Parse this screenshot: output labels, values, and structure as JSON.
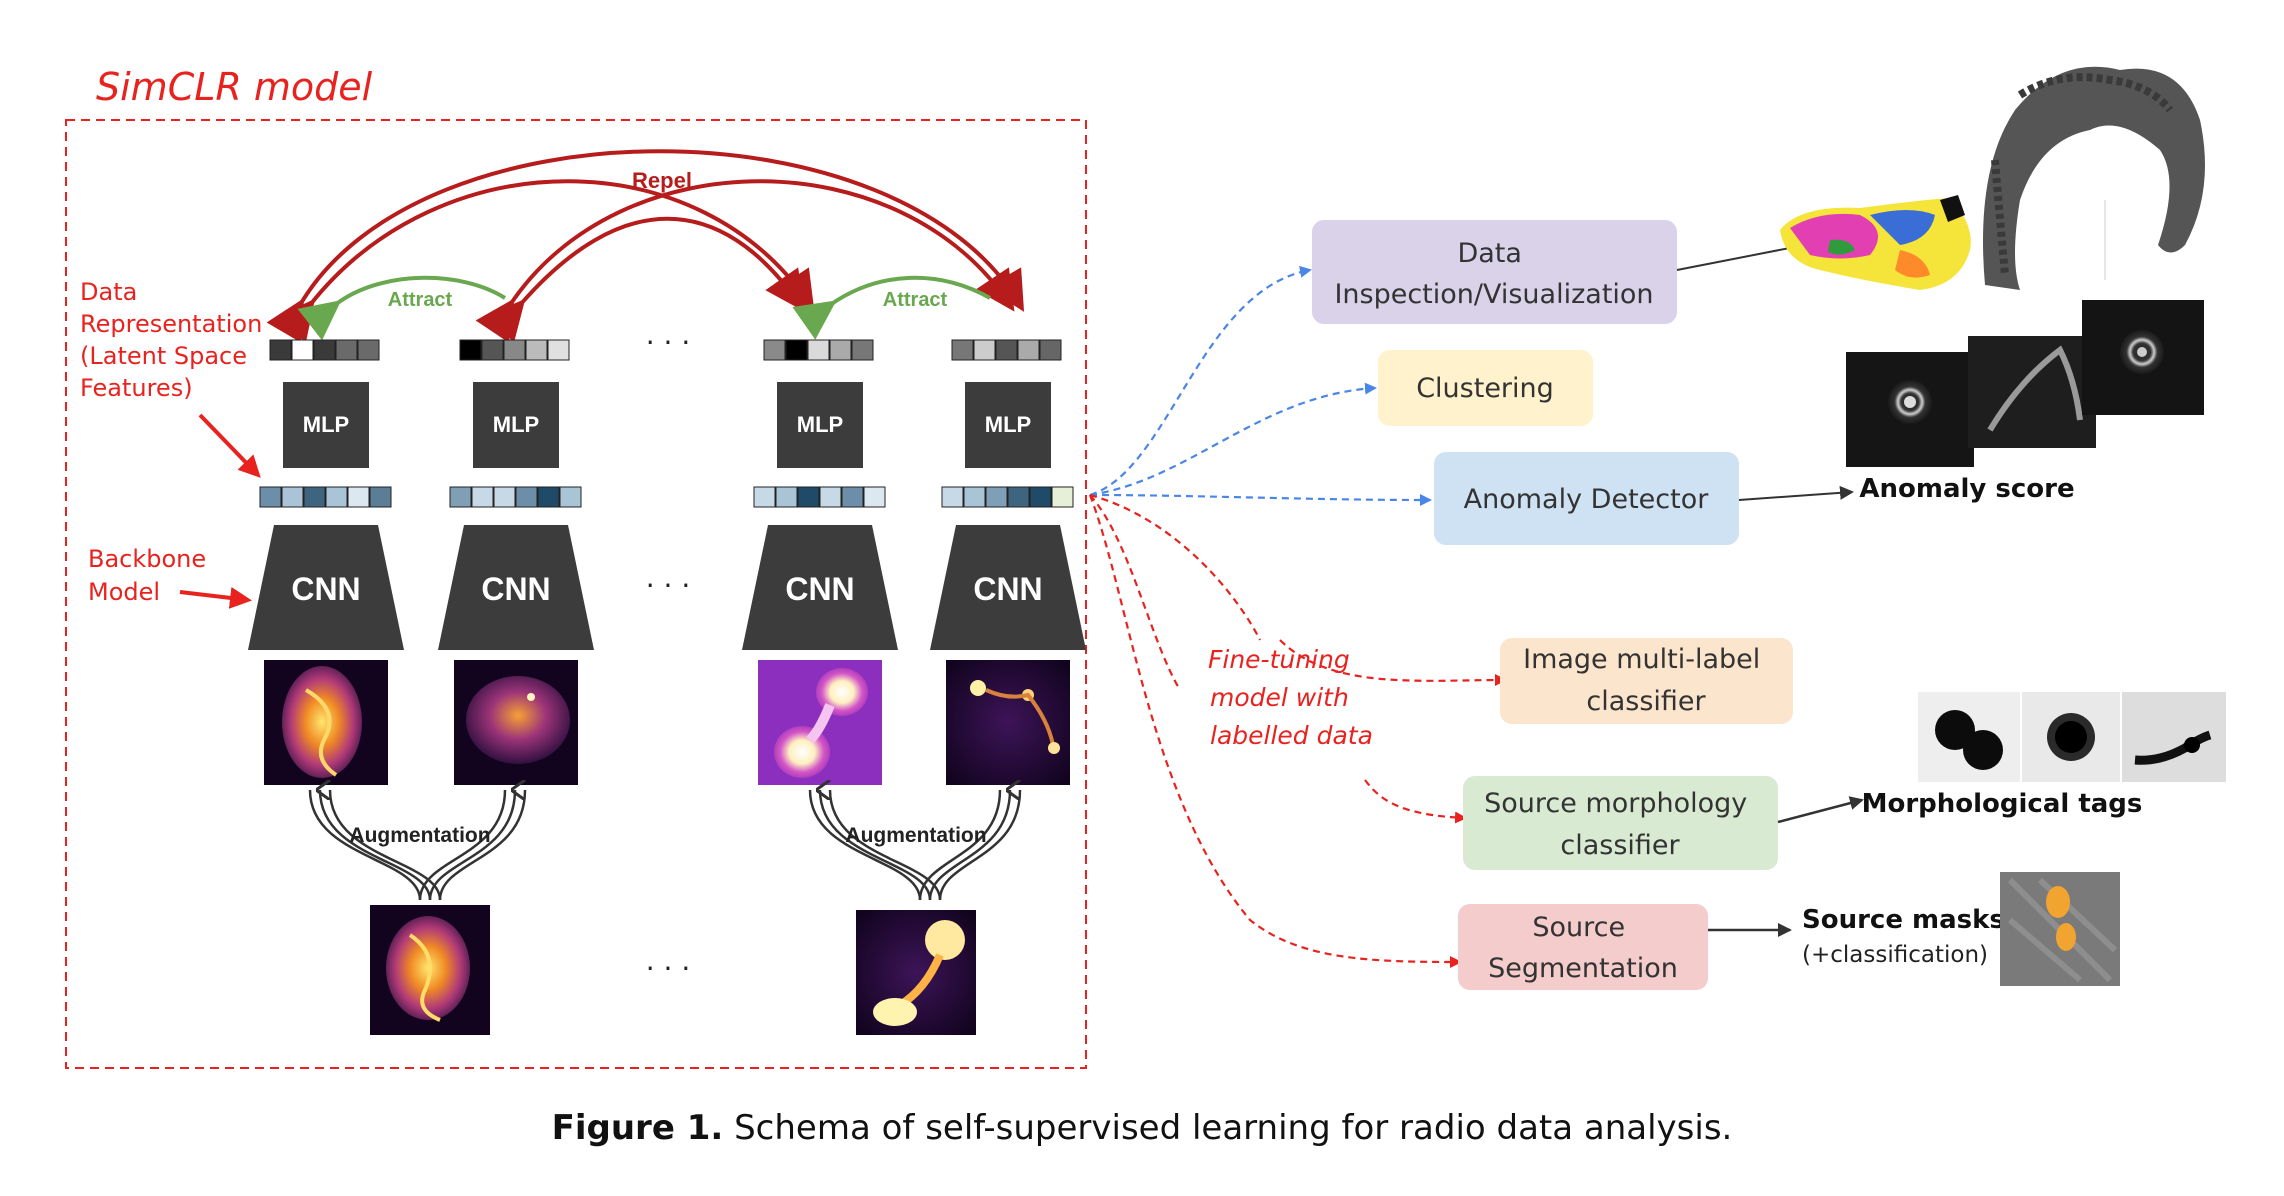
{
  "model_title": "SimCLR model",
  "left_labels": {
    "data_representation": [
      "Data",
      "Representation",
      "(Latent Space",
      "Features)"
    ],
    "backbone": [
      "Backbone",
      "Model"
    ]
  },
  "arc_labels": {
    "repel": "Repel",
    "attract_left": "Attract",
    "attract_right": "Attract"
  },
  "mlp_label": "MLP",
  "cnn_label": "CNN",
  "ellipsis": "· · ·",
  "augmentation_left": "Augmentation",
  "augmentation_right": "Augmentation",
  "tasks": {
    "data_inspection": [
      "Data",
      "Inspection/Visualization"
    ],
    "clustering": "Clustering",
    "anomaly_detector": "Anomaly Detector",
    "multilabel": [
      "Image multi-label",
      "classifier"
    ],
    "morphology": [
      "Source morphology",
      "classifier"
    ],
    "segmentation": [
      "Source",
      "Segmentation"
    ]
  },
  "finetune_label": [
    "Fine-tuning",
    "model with",
    "labelled data"
  ],
  "outputs": {
    "anomaly_score": "Anomaly score",
    "morph_tags": "Morphological tags",
    "source_masks": "Source masks",
    "source_masks_sub": "(+classification)"
  },
  "caption": {
    "label": "Figure 1.",
    "text": " Schema of self-supervised learning for radio data analysis."
  },
  "colors": {
    "red": "#e8231f",
    "dark_red": "#b71c1c",
    "green": "#6aa84f",
    "blue": "#4a86e8",
    "block": "#3c3c3c",
    "task_purple": "#d9d2e9",
    "task_yellow": "#fff2cc",
    "task_blue": "#cfe2f3",
    "task_orange": "#fce5cd",
    "task_green": "#d9ead3",
    "task_pink": "#f4cccc"
  }
}
